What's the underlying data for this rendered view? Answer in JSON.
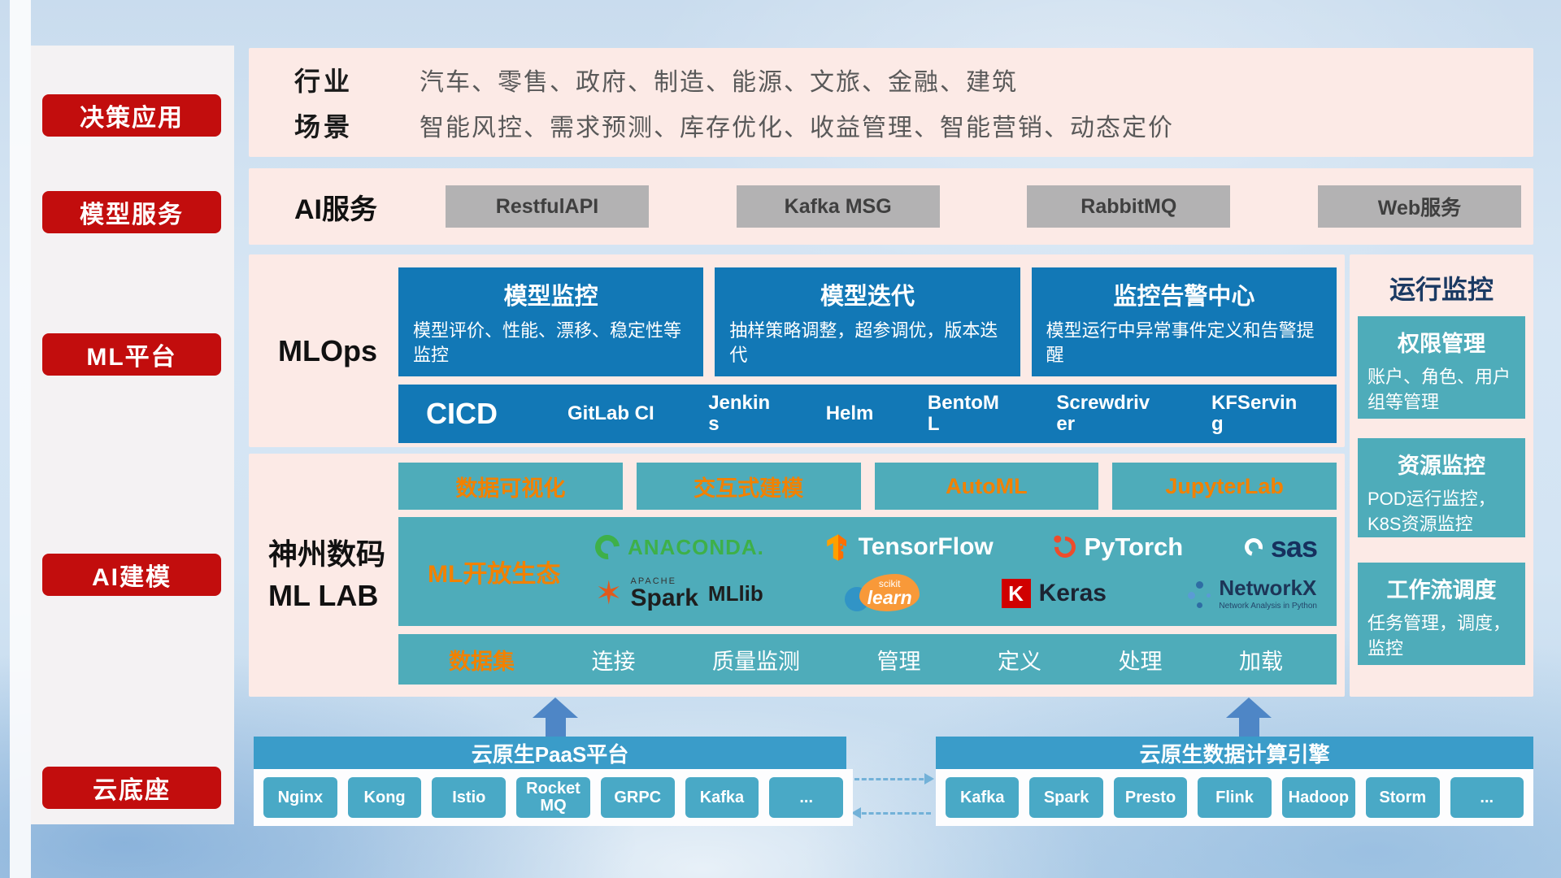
{
  "sidebar": {
    "items": [
      {
        "label": "决策应用"
      },
      {
        "label": "模型服务"
      },
      {
        "label": "ML平台"
      },
      {
        "label": "AI建模"
      },
      {
        "label": "云底座"
      }
    ]
  },
  "industry": {
    "row1_label": "行业",
    "row1_value": "汽车、零售、政府、制造、能源、文旅、金融、建筑",
    "row2_label": "场景",
    "row2_value": "智能风控、需求预测、库存优化、收益管理、智能营销、动态定价"
  },
  "ai_services": {
    "label": "AI服务",
    "items": [
      "RestfulAPI",
      "Kafka MSG",
      "RabbitMQ",
      "Web服务"
    ]
  },
  "mlops": {
    "label": "MLOps",
    "cards": [
      {
        "title": "模型监控",
        "desc": "模型评价、性能、漂移、稳定性等监控"
      },
      {
        "title": "模型迭代",
        "desc": "抽样策略调整，超参调优，版本迭代"
      },
      {
        "title": "监控告警中心",
        "desc": "模型运行中异常事件定义和告警提醒"
      }
    ],
    "cicd_label": "CICD",
    "cicd_items": [
      "GitLab CI",
      "Jenkins",
      "Helm",
      "BentoML",
      "Screwdriver",
      "KFServing"
    ]
  },
  "mllab": {
    "label_line1": "神州数码",
    "label_line2": "ML LAB",
    "tools": [
      "数据可视化",
      "交互式建模",
      "AutoML",
      "JupyterLab"
    ],
    "ecosystem_label": "ML开放生态",
    "logos": {
      "anaconda": "ANACONDA.",
      "tensorflow": "TensorFlow",
      "pytorch": "PyTorch",
      "sas": "sas",
      "spark_top": "APACHE",
      "spark": "Spark",
      "mllib": "MLlib",
      "scikit_top": "scikit",
      "scikit": "learn",
      "keras_k": "K",
      "keras": "Keras",
      "networkx": "NetworkX",
      "networkx_sub": "Network Analysis in Python"
    },
    "dataset_label": "数据集",
    "dataset_items": [
      "连接",
      "质量监测",
      "管理",
      "定义",
      "处理",
      "加载"
    ]
  },
  "monitoring": {
    "title": "运行监控",
    "cards": [
      {
        "title": "权限管理",
        "desc": "账户、角色、用户组等管理"
      },
      {
        "title": "资源监控",
        "desc": "POD运行监控，K8S资源监控"
      },
      {
        "title": "工作流调度",
        "desc": "任务管理，调度，监控"
      }
    ]
  },
  "foundation": {
    "paas": {
      "title": "云原生PaaS平台",
      "items": [
        "Nginx",
        "Kong",
        "Istio",
        "RocketMQ",
        "GRPC",
        "Kafka",
        "..."
      ]
    },
    "engine": {
      "title": "云原生数据计算引擎",
      "items": [
        "Kafka",
        "Spark",
        "Presto",
        "Flink",
        "Hadoop",
        "Storm",
        "..."
      ]
    }
  },
  "icons": {
    "spark_star": "✶"
  },
  "colors": {
    "sidebar_red": "#c20d0d",
    "panel_pink": "#fceae6",
    "card_blue": "#1278b6",
    "card_teal": "#4eacba",
    "accent_orange": "#f28100",
    "gray_button": "#b3b2b3",
    "foundation_header_blue": "#3a9cc9",
    "node_button_teal": "#49a9c6",
    "monitor_title_navy": "#1b3a63"
  }
}
